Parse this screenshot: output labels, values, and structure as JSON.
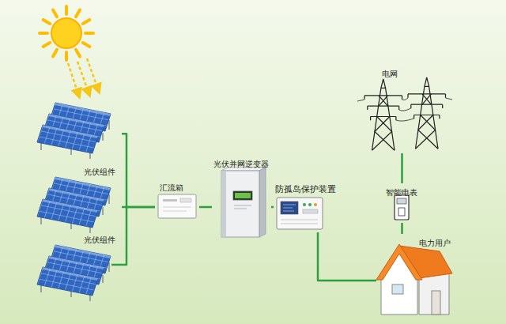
{
  "diagram": {
    "nodes": [
      {
        "text": [
          "光伏组件"
        ]
      },
      {
        "text": [
          "光伏组件"
        ]
      },
      {
        "text": [
          "汇流箱"
        ]
      },
      {
        "text": [
          "光伏并网逆变器"
        ]
      },
      {
        "text": [
          "防孤岛保护装置"
        ]
      },
      {
        "text": [
          "电网"
        ]
      },
      {
        "text": [
          "智能电表"
        ]
      },
      {
        "text": [
          "电力用户"
        ]
      }
    ],
    "edges": [
      {
        "from": 0,
        "to": 2,
        "arrow": "none"
      },
      {
        "from": 1,
        "to": 2,
        "arrow": "none"
      },
      {
        "from": 2,
        "to": 3,
        "arrow": "none"
      },
      {
        "from": 3,
        "to": 4,
        "arrow": "none"
      },
      {
        "from": 4,
        "to": 7,
        "arrow": "none"
      },
      {
        "from": 7,
        "to": 6,
        "arrow": "none"
      },
      {
        "from": 6,
        "to": 5,
        "arrow": "none"
      }
    ]
  }
}
